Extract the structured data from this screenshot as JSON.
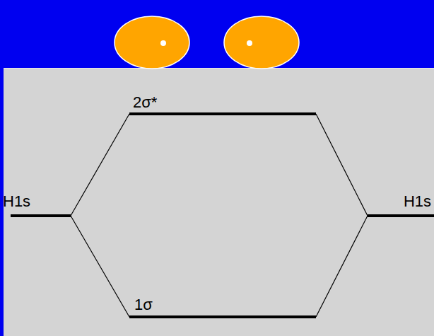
{
  "diagram": {
    "labels": [
      "2σ*",
      "H1s",
      "H1s",
      "1σ"
    ]
  }
}
